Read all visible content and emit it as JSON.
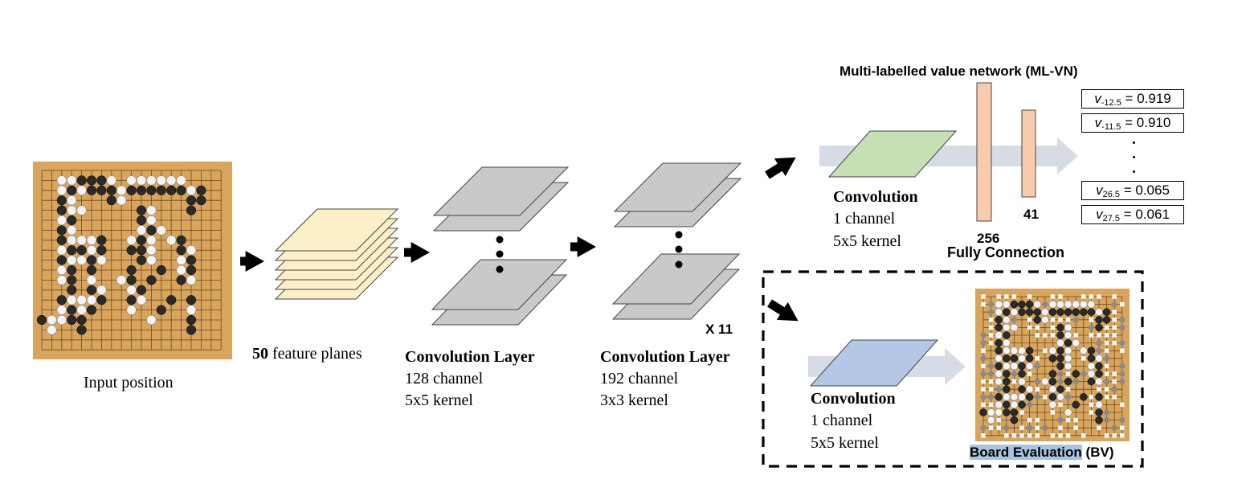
{
  "input": {
    "label": "Input position"
  },
  "features": {
    "count": "50",
    "label": " feature planes"
  },
  "conv1": {
    "title": "Convolution Layer",
    "channel": "128 channel",
    "kernel": "5x5 kernel"
  },
  "conv2": {
    "title": "Convolution Layer",
    "channel": "192 channel",
    "kernel": "3x3 kernel",
    "repeat": "X 11"
  },
  "mlvn": {
    "title": "Multi-labelled value network (ML-VN)",
    "conv": {
      "title": "Convolution",
      "channel": "1 channel",
      "kernel": "5x5 kernel"
    },
    "fc": {
      "big": "256",
      "small": "41",
      "label": "Fully Connection"
    },
    "outputs": [
      {
        "sub": "-12.5",
        "value": "0.919"
      },
      {
        "sub": "-11.5",
        "value": "0.910"
      },
      {
        "sub": "26.5",
        "value": "0.065"
      },
      {
        "sub": "27.5",
        "value": "0.061"
      }
    ],
    "output_var": "v",
    "equals": " = "
  },
  "bv": {
    "conv": {
      "title": "Convolution",
      "channel": "1 channel",
      "kernel": "5x5 kernel"
    },
    "label_highlight": "Board Evaluation",
    "label_rest": " (BV)"
  },
  "colors": {
    "plane_yellow": "#fdefc8",
    "plane_gray": "#c9c9c9",
    "green": "#c6e0b4",
    "blue": "#b4c7e7",
    "fc": "#f8cbad",
    "flow_arrow": "#d6dce5",
    "board": "#d9a55c",
    "bv_highlight": "#a8c4df"
  }
}
